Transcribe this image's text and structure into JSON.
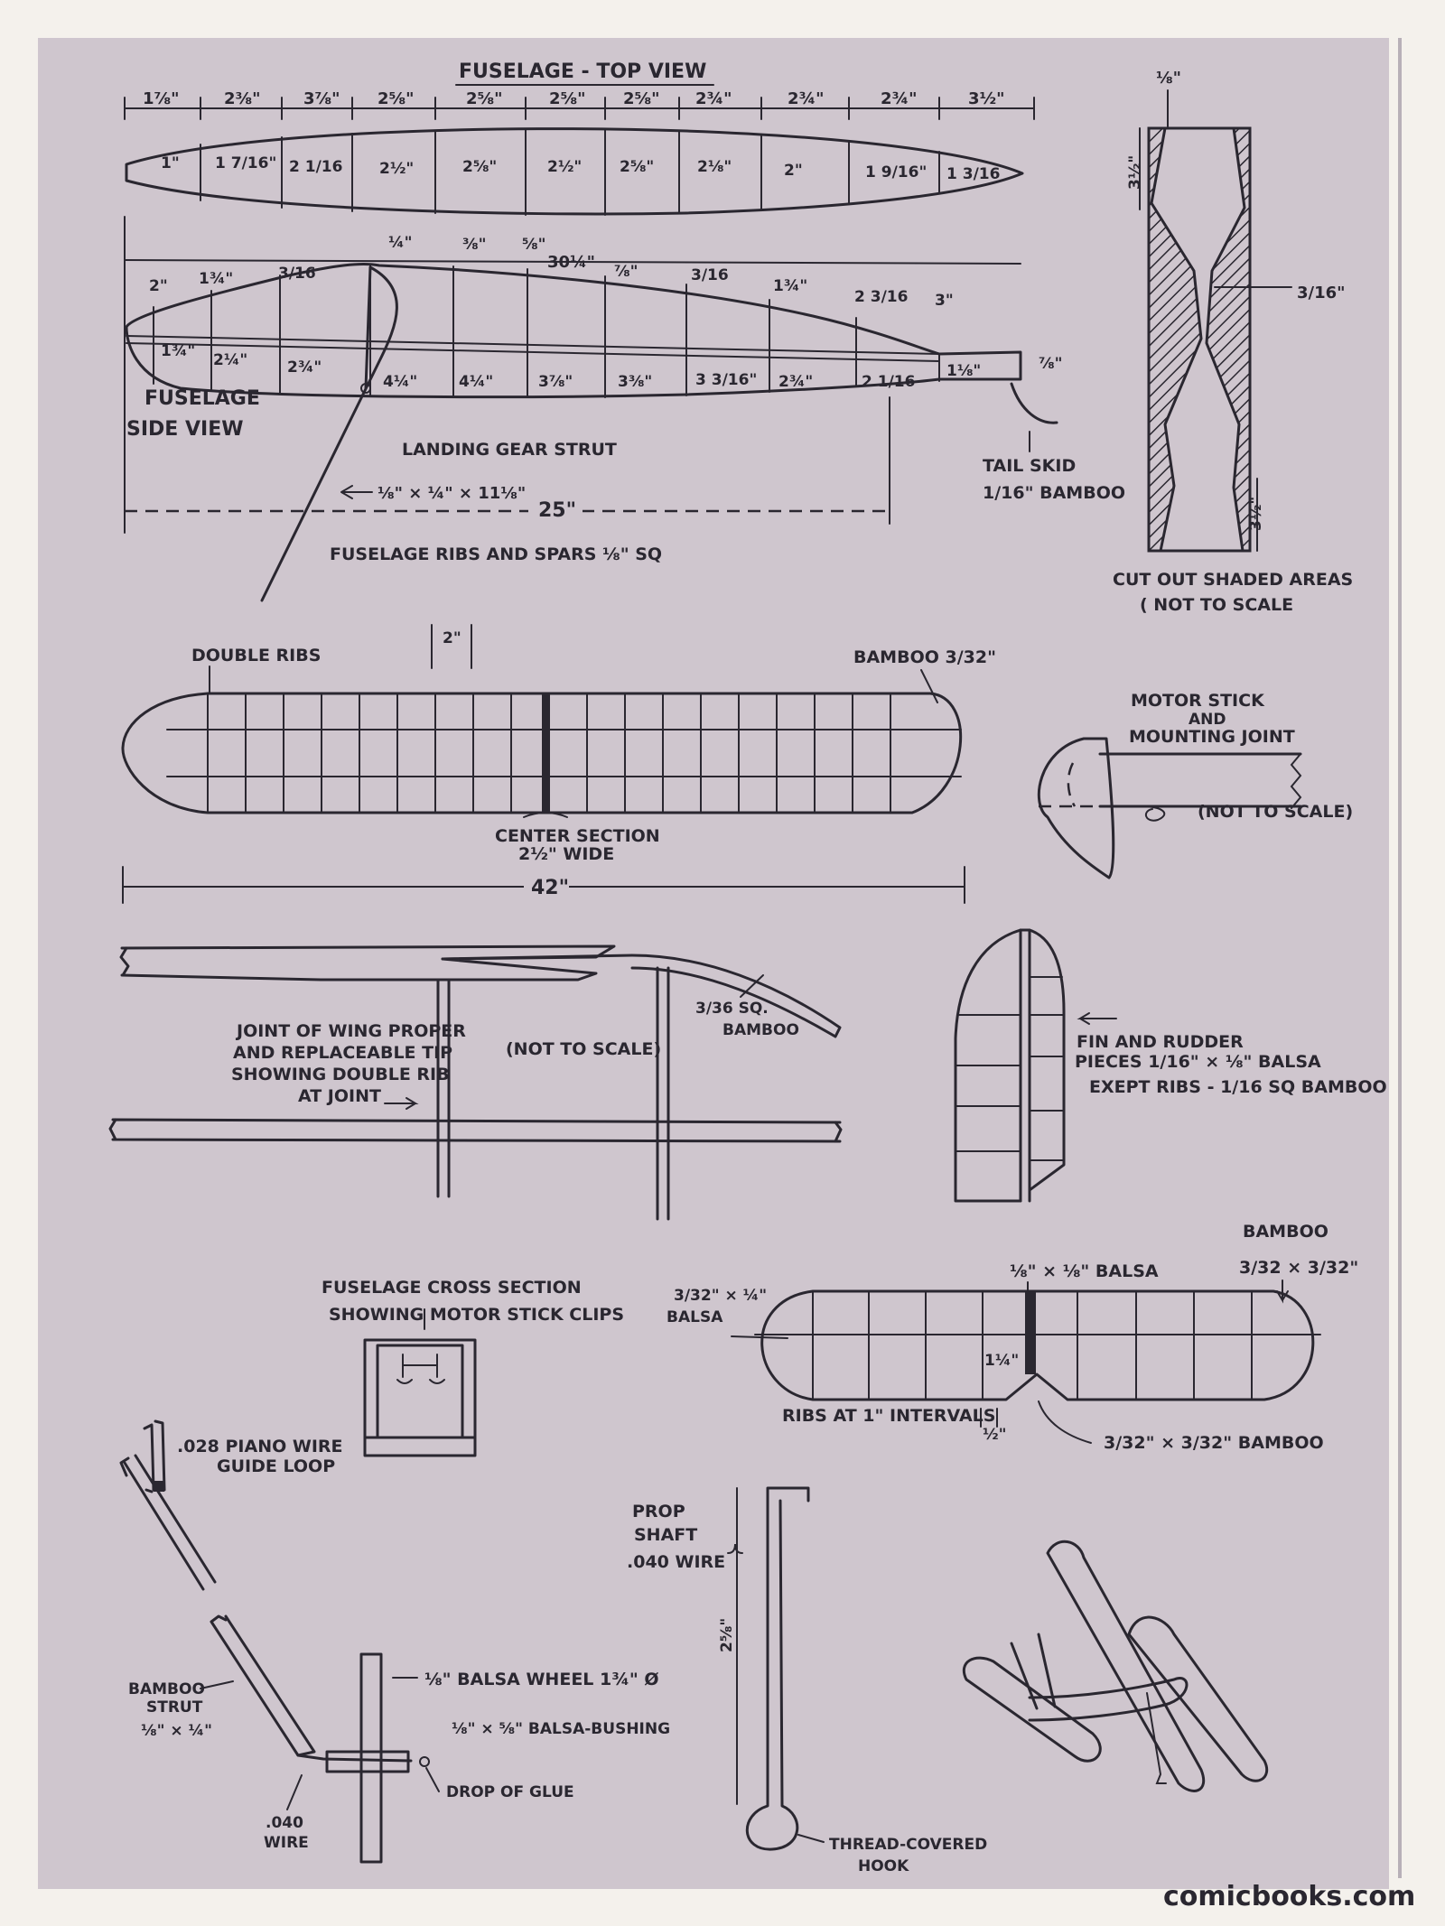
{
  "colors": {
    "paper": "#cfc6ce",
    "ink": "#2a2730",
    "margin": "#f4f1ec"
  },
  "top_view": {
    "title": "FUSELAGE - TOP VIEW",
    "dims": [
      "1⅞\"",
      "2⅜\"",
      "3⅞\"",
      "2⅝\"",
      "2⅝\"",
      "2⅝\"",
      "2⅝\"",
      "2¾\"",
      "2¾\"",
      "2¾\"",
      "3½\""
    ],
    "widths": [
      "1\"",
      "1 7/16\"",
      "2 1/16",
      "2½\"",
      "2⅝\"",
      "2½\"",
      "2⅝\"",
      "2⅛\"",
      "2\"",
      "1 9/16\"",
      "1 3/16"
    ]
  },
  "side_view": {
    "label_line1": "FUSELAGE",
    "label_line2": "SIDE VIEW",
    "length_dim": "30¼\"",
    "top_dims": [
      "¼\"",
      "⅜\"",
      "⅝\""
    ],
    "upper_heights": [
      "2\"",
      "1¾\"",
      "3/16",
      "⅞\"",
      "3/16",
      "1¾\"",
      "2 3/16",
      "3\"",
      "⅞\""
    ],
    "lower_heights": [
      "1¾\"",
      "2¼\"",
      "2¾\"",
      "4¼\"",
      "4¼\"",
      "3⅞\"",
      "3⅜\"",
      "3 3/16\"",
      "2¾\"",
      "2 1/16",
      "1⅛\""
    ],
    "strut_label": "LANDING GEAR STRUT",
    "strut_size": "⅛\" × ¼\" × 11⅛\"",
    "overall_length": "25\"",
    "ribs_note": "FUSELAGE RIBS AND SPARS ⅛\" SQ",
    "skid_line1": "TAIL SKID",
    "skid_line2": "1/16\" BAMBOO"
  },
  "motor_pattern": {
    "top_dim": "⅛\"",
    "left_dim": "3½\"",
    "mid_dim": "3/16\"",
    "bottom_dim": "3½\"",
    "note_line1": "CUT OUT SHADED AREAS",
    "note_line2": "( NOT TO SCALE"
  },
  "wing": {
    "double_ribs": "DOUBLE RIBS",
    "rib_spacing": "2\"",
    "bamboo": "BAMBOO 3/32\"",
    "center_line1": "CENTER SECTION",
    "center_line2": "2½\" WIDE",
    "span": "42\""
  },
  "motor_stick": {
    "title_line1": "MOTOR STICK",
    "title_line2": "AND",
    "title_line3": "MOUNTING JOINT",
    "note": "(NOT TO SCALE)"
  },
  "wing_joint": {
    "line1": "JOINT OF WING PROPER",
    "line2": "AND REPLACEABLE TIP",
    "line3": "SHOWING DOUBLE RIB",
    "line4": "AT JOINT",
    "not_to_scale": "(NOT TO SCALE)",
    "bamboo_line1": "3/36 SQ.",
    "bamboo_line2": "BAMBOO"
  },
  "fin": {
    "line1": "FIN AND RUDDER",
    "line2": "PIECES 1/16\" × ⅛\" BALSA",
    "line3": "EXEPT RIBS - 1/16 SQ BAMBOO"
  },
  "cross_section": {
    "line1": "FUSELAGE CROSS SECTION",
    "line2": "SHOWING MOTOR STICK CLIPS"
  },
  "stabilizer": {
    "bamboo_line1": "BAMBOO",
    "bamboo_line2": "3/32 × 3/32\"",
    "spar": "⅛\" × ⅛\" BALSA",
    "balsa_line1": "3/32\" × ¼\"",
    "balsa_line2": "BALSA",
    "height": "1¼\"",
    "ribs": "RIBS AT 1\" INTERVALS",
    "half": "½\"",
    "bottom_bamboo": "3/32\" × 3/32\" BAMBOO"
  },
  "details": {
    "piano_line1": ".028 PIANO WIRE",
    "piano_line2": "GUIDE LOOP",
    "strut_line1": "BAMBOO",
    "strut_line2": "STRUT",
    "strut_line3": "⅛\" × ¼\"",
    "wire_line1": ".040",
    "wire_line2": "WIRE",
    "wheel": "⅛\" BALSA WHEEL 1¾\" Ø",
    "bushing": "⅛\" × ⅝\" BALSA-BUSHING",
    "glue": "DROP OF GLUE"
  },
  "prop_shaft": {
    "line1": "PROP",
    "line2": "SHAFT",
    "line3": ".040 WIRE",
    "length": "2⅝\"",
    "hook_line1": "THREAD-COVERED",
    "hook_line2": "HOOK"
  },
  "watermark": "comicbooks.com"
}
